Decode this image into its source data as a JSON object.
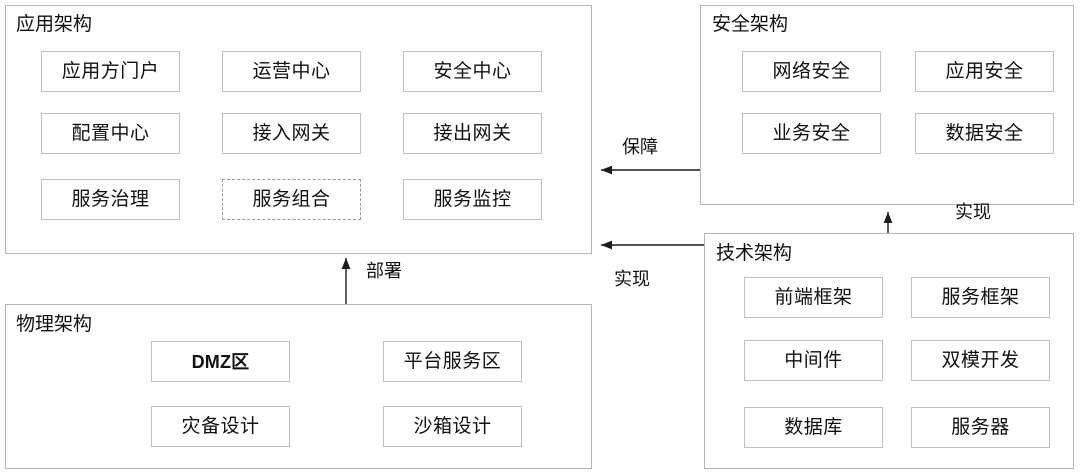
{
  "diagram": {
    "title_visible": false,
    "panels": [
      {
        "id": "application",
        "title": "应用架构",
        "nodes": [
          {
            "label": "应用方门户",
            "style": "solid"
          },
          {
            "label": "运营中心",
            "style": "solid"
          },
          {
            "label": "安全中心",
            "style": "solid"
          },
          {
            "label": "配置中心",
            "style": "solid"
          },
          {
            "label": "接入网关",
            "style": "solid"
          },
          {
            "label": "接出网关",
            "style": "solid"
          },
          {
            "label": "服务治理",
            "style": "solid"
          },
          {
            "label": "服务组合",
            "style": "dashed"
          },
          {
            "label": "服务监控",
            "style": "solid"
          }
        ]
      },
      {
        "id": "security",
        "title": "安全架构",
        "nodes": [
          {
            "label": "网络安全",
            "style": "solid"
          },
          {
            "label": "应用安全",
            "style": "solid"
          },
          {
            "label": "业务安全",
            "style": "solid"
          },
          {
            "label": "数据安全",
            "style": "solid"
          }
        ]
      },
      {
        "id": "technical",
        "title": "技术架构",
        "nodes": [
          {
            "label": "前端框架",
            "style": "solid"
          },
          {
            "label": "服务框架",
            "style": "solid"
          },
          {
            "label": "中间件",
            "style": "solid"
          },
          {
            "label": "双模开发",
            "style": "solid"
          },
          {
            "label": "数据库",
            "style": "solid"
          },
          {
            "label": "服务器",
            "style": "solid"
          }
        ]
      },
      {
        "id": "physical",
        "title": "物理架构",
        "nodes": [
          {
            "label": "DMZ区",
            "style": "bold"
          },
          {
            "label": "平台服务区",
            "style": "solid"
          },
          {
            "label": "灾备设计",
            "style": "solid"
          },
          {
            "label": "沙箱设计",
            "style": "solid"
          }
        ]
      }
    ],
    "edges": [
      {
        "id": "security-to-application",
        "label": "保障"
      },
      {
        "id": "technical-to-application",
        "label": "实现"
      },
      {
        "id": "technical-to-security",
        "label": "实现"
      },
      {
        "id": "physical-to-application",
        "label": "部署"
      }
    ],
    "colors": {
      "panel_border": "#b6b6b6",
      "node_border": "#bfbfbf",
      "dashed_border": "#9a9a9a",
      "arrow": "#1c1c1c",
      "text": "#111111",
      "background": "#ffffff"
    }
  }
}
